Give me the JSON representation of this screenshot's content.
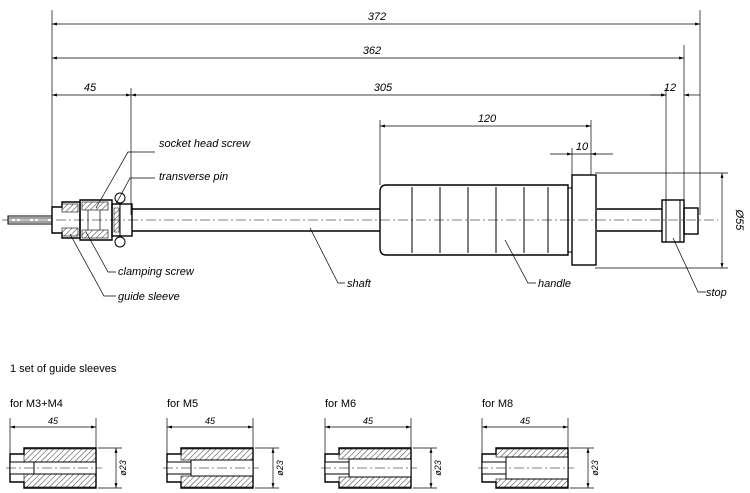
{
  "dimensions": {
    "overall_length": "372",
    "length_to_stop": "362",
    "nose_length": "45",
    "shaft_length": "305",
    "stop_width": "12",
    "handle_length": "120",
    "flange_width": "10",
    "handle_diameter": "Ø55"
  },
  "labels": {
    "socket_head_screw": "socket head screw",
    "transverse_pin": "transverse pin",
    "clamping_screw": "clamping screw",
    "guide_sleeve": "guide sleeve",
    "shaft": "shaft",
    "handle": "handle",
    "stop": "stop"
  },
  "guide_sleeves": {
    "heading": "1 set of guide sleeves",
    "items": [
      {
        "title": "for M3+M4",
        "length": "45",
        "diameter": "ø23"
      },
      {
        "title": "for M5",
        "length": "45",
        "diameter": "ø23"
      },
      {
        "title": "for M6",
        "length": "45",
        "diameter": "ø23"
      },
      {
        "title": "for M8",
        "length": "45",
        "diameter": "ø23"
      }
    ]
  }
}
